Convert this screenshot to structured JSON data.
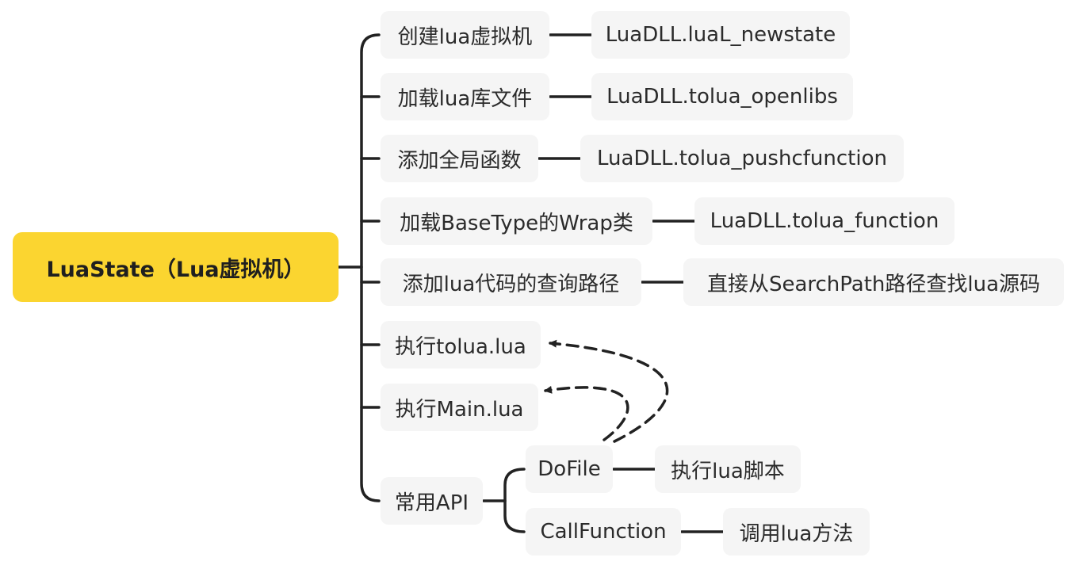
{
  "root": {
    "label": "LuaState（Lua虚拟机）",
    "color": "#fbd530"
  },
  "steps": [
    {
      "label": "创建lua虚拟机",
      "detail": "LuaDLL.luaL_newstate"
    },
    {
      "label": "加载lua库文件",
      "detail": "LuaDLL.tolua_openlibs"
    },
    {
      "label": "添加全局函数",
      "detail": "LuaDLL.tolua_pushcfunction"
    },
    {
      "label": "加载BaseType的Wrap类",
      "detail": "LuaDLL.tolua_function"
    },
    {
      "label": "添加lua代码的查询路径",
      "detail": "直接从SearchPath路径查找lua源码"
    },
    {
      "label": "执行tolua.lua"
    },
    {
      "label": "执行Main.lua"
    },
    {
      "label": "常用API"
    }
  ],
  "api": [
    {
      "label": "DoFile",
      "detail": "执行lua脚本"
    },
    {
      "label": "CallFunction",
      "detail": "调用lua方法"
    }
  ],
  "style": {
    "line_color": "#222222",
    "node_bg": "#f5f5f5",
    "text_color": "#2b2b2b"
  }
}
